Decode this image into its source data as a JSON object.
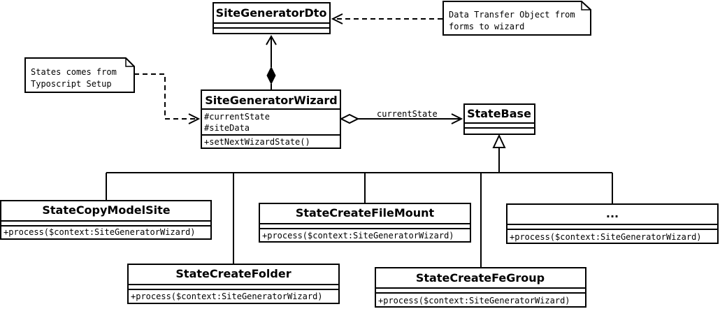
{
  "classes": {
    "dto": {
      "name": "SiteGeneratorDto"
    },
    "wizard": {
      "name": "SiteGeneratorWizard",
      "attributes": [
        "#currentState",
        "#siteData"
      ],
      "operations": [
        "+setNextWizardState()"
      ]
    },
    "state_base": {
      "name": "StateBase"
    },
    "copy_model_site": {
      "name": "StateCopyModelSite",
      "operation": "+process($context:SiteGeneratorWizard)"
    },
    "create_file_mount": {
      "name": "StateCreateFileMount",
      "operation": "+process($context:SiteGeneratorWizard)"
    },
    "ellipsis": {
      "name": "...",
      "operation": "+process($context:SiteGeneratorWizard)"
    },
    "create_folder": {
      "name": "StateCreateFolder",
      "operation": "+process($context:SiteGeneratorWizard)"
    },
    "create_fe_group": {
      "name": "StateCreateFeGroup",
      "operation": "+process($context:SiteGeneratorWizard)"
    }
  },
  "notes": {
    "dto_note": [
      "Data Transfer Object from",
      "forms to wizard"
    ],
    "states_note": [
      "States comes from",
      "Typoscript Setup"
    ]
  },
  "associations": {
    "current_state_label": "currentState"
  }
}
